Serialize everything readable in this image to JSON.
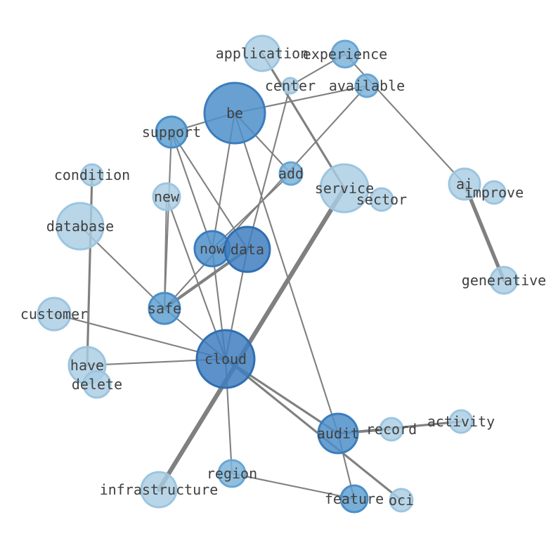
{
  "nodes": [
    {
      "id": "be",
      "label": "be",
      "tier": 3
    },
    {
      "id": "application",
      "label": "application",
      "tier": 0
    },
    {
      "id": "experience",
      "label": "experience",
      "tier": 1
    },
    {
      "id": "center",
      "label": "center",
      "tier": 0
    },
    {
      "id": "available",
      "label": "available",
      "tier": 1
    },
    {
      "id": "support",
      "label": "support",
      "tier": 2
    },
    {
      "id": "condition",
      "label": "condition",
      "tier": 0
    },
    {
      "id": "add",
      "label": "add",
      "tier": 1
    },
    {
      "id": "new",
      "label": "new",
      "tier": 0
    },
    {
      "id": "service",
      "label": "service",
      "tier": 0
    },
    {
      "id": "sector",
      "label": "sector",
      "tier": 0
    },
    {
      "id": "ai",
      "label": "ai",
      "tier": 0
    },
    {
      "id": "improve",
      "label": "improve",
      "tier": 0
    },
    {
      "id": "database",
      "label": "database",
      "tier": 0
    },
    {
      "id": "now",
      "label": "now",
      "tier": 3
    },
    {
      "id": "data",
      "label": "data",
      "tier": 4
    },
    {
      "id": "generative",
      "label": "generative",
      "tier": 0
    },
    {
      "id": "customer",
      "label": "customer",
      "tier": 0
    },
    {
      "id": "safe",
      "label": "safe",
      "tier": 2
    },
    {
      "id": "have",
      "label": "have",
      "tier": 0
    },
    {
      "id": "delete",
      "label": "delete",
      "tier": 0
    },
    {
      "id": "cloud",
      "label": "cloud",
      "tier": 4
    },
    {
      "id": "activity",
      "label": "activity",
      "tier": 0
    },
    {
      "id": "record",
      "label": "record",
      "tier": 0
    },
    {
      "id": "audit",
      "label": "audit",
      "tier": 3
    },
    {
      "id": "region",
      "label": "region",
      "tier": 1
    },
    {
      "id": "infrastructure",
      "label": "infrastructure",
      "tier": 0
    },
    {
      "id": "feature",
      "label": "feature",
      "tier": 2
    },
    {
      "id": "oci",
      "label": "oci",
      "tier": 0
    }
  ],
  "edges": [
    {
      "source": "application",
      "target": "service",
      "weight": 3
    },
    {
      "source": "experience",
      "target": "center",
      "weight": 2
    },
    {
      "source": "experience",
      "target": "ai",
      "weight": 2
    },
    {
      "source": "be",
      "target": "support",
      "weight": 2
    },
    {
      "source": "be",
      "target": "available",
      "weight": 2
    },
    {
      "source": "be",
      "target": "add",
      "weight": 2
    },
    {
      "source": "be",
      "target": "now",
      "weight": 2
    },
    {
      "source": "be",
      "target": "audit",
      "weight": 2
    },
    {
      "source": "center",
      "target": "data",
      "weight": 2
    },
    {
      "source": "available",
      "target": "safe",
      "weight": 2
    },
    {
      "source": "support",
      "target": "safe",
      "weight": 2
    },
    {
      "source": "support",
      "target": "now",
      "weight": 2
    },
    {
      "source": "support",
      "target": "data",
      "weight": 2
    },
    {
      "source": "add",
      "target": "now",
      "weight": 2
    },
    {
      "source": "new",
      "target": "safe",
      "weight": 2
    },
    {
      "source": "new",
      "target": "cloud",
      "weight": 2
    },
    {
      "source": "condition",
      "target": "have",
      "weight": 3
    },
    {
      "source": "database",
      "target": "safe",
      "weight": 2
    },
    {
      "source": "data",
      "target": "safe",
      "weight": 4
    },
    {
      "source": "data",
      "target": "cloud",
      "weight": 2
    },
    {
      "source": "now",
      "target": "cloud",
      "weight": 2
    },
    {
      "source": "ai",
      "target": "generative",
      "weight": 5
    },
    {
      "source": "customer",
      "target": "cloud",
      "weight": 2
    },
    {
      "source": "safe",
      "target": "cloud",
      "weight": 2
    },
    {
      "source": "have",
      "target": "cloud",
      "weight": 2
    },
    {
      "source": "service",
      "target": "infrastructure",
      "weight": 6
    },
    {
      "source": "cloud",
      "target": "audit",
      "weight": 3
    },
    {
      "source": "cloud",
      "target": "oci",
      "weight": 3
    },
    {
      "source": "cloud",
      "target": "region",
      "weight": 2
    },
    {
      "source": "region",
      "target": "feature",
      "weight": 2
    },
    {
      "source": "audit",
      "target": "feature",
      "weight": 2
    },
    {
      "source": "audit",
      "target": "record",
      "weight": 3
    },
    {
      "source": "audit",
      "target": "activity",
      "weight": 3
    }
  ],
  "colors": {
    "tier_fill": [
      "#aacde3",
      "#7db4da",
      "#5a9ed0",
      "#4f8fca",
      "#3f7fbf"
    ],
    "tier_stroke": [
      "#9cc5e0",
      "#6aa6d3",
      "#4a8ec8",
      "#3b7dbd",
      "#2f6fb0"
    ],
    "edge": "#808080"
  }
}
